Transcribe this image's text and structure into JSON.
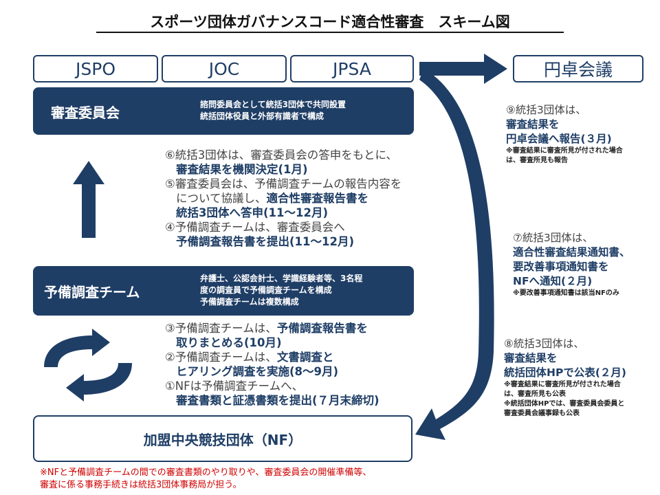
{
  "title": "スポーツ団体ガバナンスコード適合性審査　スキーム図",
  "orgs": [
    "JSPO",
    "JOC",
    "JPSA"
  ],
  "entaku": "円卓会議",
  "review_committee": {
    "name": "審査委員会",
    "desc": [
      "諮問委員会として統括3団体で共同設置",
      "統括団体役員と外部有識者で構成"
    ]
  },
  "prelim_team": {
    "name": "予備調査チーム",
    "desc": [
      "弁護士、公認会計士、学識経験者等、3名程",
      "度の調査員で予備調査チームを構成",
      "予備調査チームは複数構成"
    ]
  },
  "steps_upper": {
    "s6_plain": "⑥統括3団体は、審査委員会の答申をもとに、",
    "s6_bold": "審査結果を機関決定(1月)",
    "s5_plain1": "⑤審査委員会は、予備調査チームの報告内容を",
    "s5_plain2": "について協議し、",
    "s5_bold1": "適合性審査報告書を",
    "s5_bold2": "統括3団体へ答申(11～12月)",
    "s4_plain": "④予備調査チームは、審査委員会へ",
    "s4_bold": "予備調査報告書を提出(11～12月)"
  },
  "steps_lower": {
    "s3_plain": "③予備調査チームは、",
    "s3_bold1": "予備調査報告書を",
    "s3_bold2": "取りまとめる(10月)",
    "s2_plain": "②予備調査チームは、",
    "s2_bold1": "文書調査と",
    "s2_bold2": "ヒアリング調査を実施(8～9月)",
    "s1_plain": "①NFは予備調査チームへ、",
    "s1_bold": "審査書類と証憑書類を提出(７月末締切)"
  },
  "right": {
    "s9_plain": "⑨統括3団体は、",
    "s9_bold1": "審査結果を",
    "s9_bold2": "円卓会議へ報告(３月)",
    "s9_note1": "※審査結果に審査所見が付された場合",
    "s9_note2": "は、審査所見も報告",
    "s7_plain": "⑦統括3団体は、",
    "s7_bold1": "適合性審査結果通知書、",
    "s7_bold2": "要改善事項通知書を",
    "s7_bold3": "NFへ通知(２月)",
    "s7_note": "※要改善事項通知書は該当NFのみ",
    "s8_plain": "⑧統括3団体は、",
    "s8_bold1": "審査結果を",
    "s8_bold2": "統括団体HPで公表(２月)",
    "s8_note1": "※審査結果に審査所見が付された場合",
    "s8_note2": "は、審査所見も公表",
    "s8_note3": "※統括団体HPでは、審査委員会委員と",
    "s8_note4": "審査委員会議事録も公表"
  },
  "nf": "加盟中央競技団体（NF）",
  "footnote": [
    "※NFと予備調査チームの間での審査書類のやり取りや、審査委員会の開催準備等、",
    "審査に係る事務手続きは統括3団体事務局が担う。"
  ],
  "colors": {
    "navy": "#1f3e66",
    "red": "#d00000"
  },
  "icons": [
    "up-arrow-icon",
    "right-arrow-icon",
    "curved-arrow-icon",
    "cycle-arrows-icon"
  ]
}
